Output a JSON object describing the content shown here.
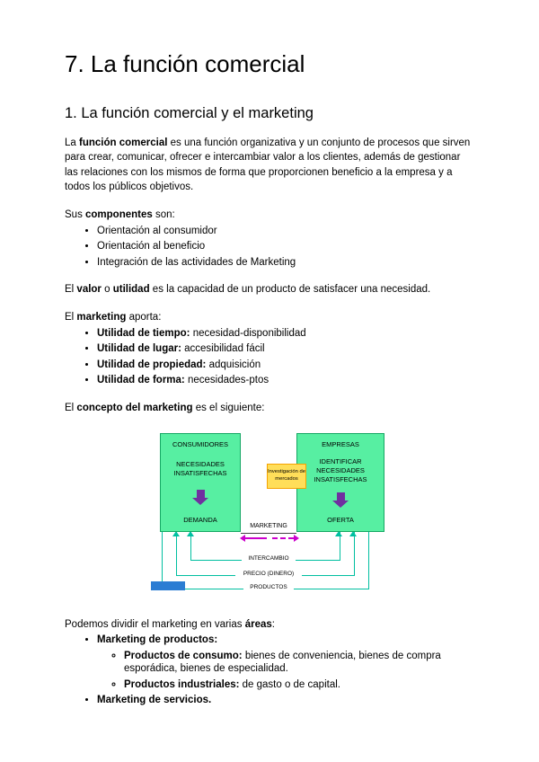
{
  "page": {
    "title": "7. La función comercial",
    "section_heading": "1. La función comercial y el marketing"
  },
  "intro": {
    "segments": [
      {
        "t": "La ",
        "b": false
      },
      {
        "t": "función comercial",
        "b": true
      },
      {
        "t": " es una función organizativa y un conjunto de procesos que sirven para crear, comunicar, ofrecer e intercambiar valor a los clientes, además de gestionar las relaciones con los mismos de forma que proporcionen beneficio a la empresa y a todos los públicos objetivos.",
        "b": false
      }
    ]
  },
  "components": {
    "lead_segments": [
      {
        "t": "Sus ",
        "b": false
      },
      {
        "t": "componentes",
        "b": true
      },
      {
        "t": " son:",
        "b": false
      }
    ],
    "items": [
      "Orientación al consumidor",
      "Orientación al beneficio",
      "Integración de las actividades de Marketing"
    ]
  },
  "value": {
    "segments": [
      {
        "t": "El ",
        "b": false
      },
      {
        "t": "valor",
        "b": true
      },
      {
        "t": " o ",
        "b": false
      },
      {
        "t": "utilidad",
        "b": true
      },
      {
        "t": " es la capacidad de un producto de satisfacer una necesidad.",
        "b": false
      }
    ]
  },
  "marketing_aporta": {
    "lead_segments": [
      {
        "t": "El ",
        "b": false
      },
      {
        "t": "marketing",
        "b": true
      },
      {
        "t": " aporta:",
        "b": false
      }
    ],
    "items": [
      {
        "label": "Utilidad de tiempo:",
        "text": " necesidad-disponibilidad"
      },
      {
        "label": "Utilidad de lugar:",
        "text": " accesibilidad fácil"
      },
      {
        "label": "Utilidad de propiedad:",
        "text": " adquisición"
      },
      {
        "label": "Utilidad de forma:",
        "text": " necesidades-ptos"
      }
    ]
  },
  "concepto": {
    "segments": [
      {
        "t": "El ",
        "b": false
      },
      {
        "t": "concepto del marketing",
        "b": true
      },
      {
        "t": " es el siguiente:",
        "b": false
      }
    ]
  },
  "diagram": {
    "left_box": {
      "title": "CONSUMIDORES",
      "middle": "NECESIDADES INSATISFECHAS",
      "bottom": "DEMANDA"
    },
    "right_box": {
      "title": "EMPRESAS",
      "middle": "IDENTIFICAR NECESIDADES INSATISFECHAS",
      "bottom": "OFERTA"
    },
    "research_box": "Investigación de mercados",
    "marketing_label": "MARKETING",
    "intercambio_label": "INTERCAMBIO",
    "precio_label": "PRECIO (DINERO)",
    "productos_label": "PRODUCTOS",
    "colors": {
      "box_green": "#57EFA2",
      "arrow_purple": "#7030A0",
      "flow_magenta": "#CC00CC",
      "bracket_teal": "#00BFA0",
      "research_yellow": "#FFDE59",
      "research_border": "#F5A300",
      "highlight_blue": "#2B7CD3"
    }
  },
  "areas": {
    "lead_segments": [
      {
        "t": "Podemos dividir el marketing en varias ",
        "b": false
      },
      {
        "t": "áreas",
        "b": true
      },
      {
        "t": ":",
        "b": false
      }
    ],
    "productos_label": "Marketing de productos:",
    "consumo": {
      "label": "Productos de consumo:",
      "text": " bienes de conveniencia, bienes de compra esporádica, bienes de especialidad."
    },
    "industriales": {
      "label": "Productos industriales:",
      "text": " de gasto o de capital."
    },
    "servicios_label": "Marketing de servicios."
  }
}
